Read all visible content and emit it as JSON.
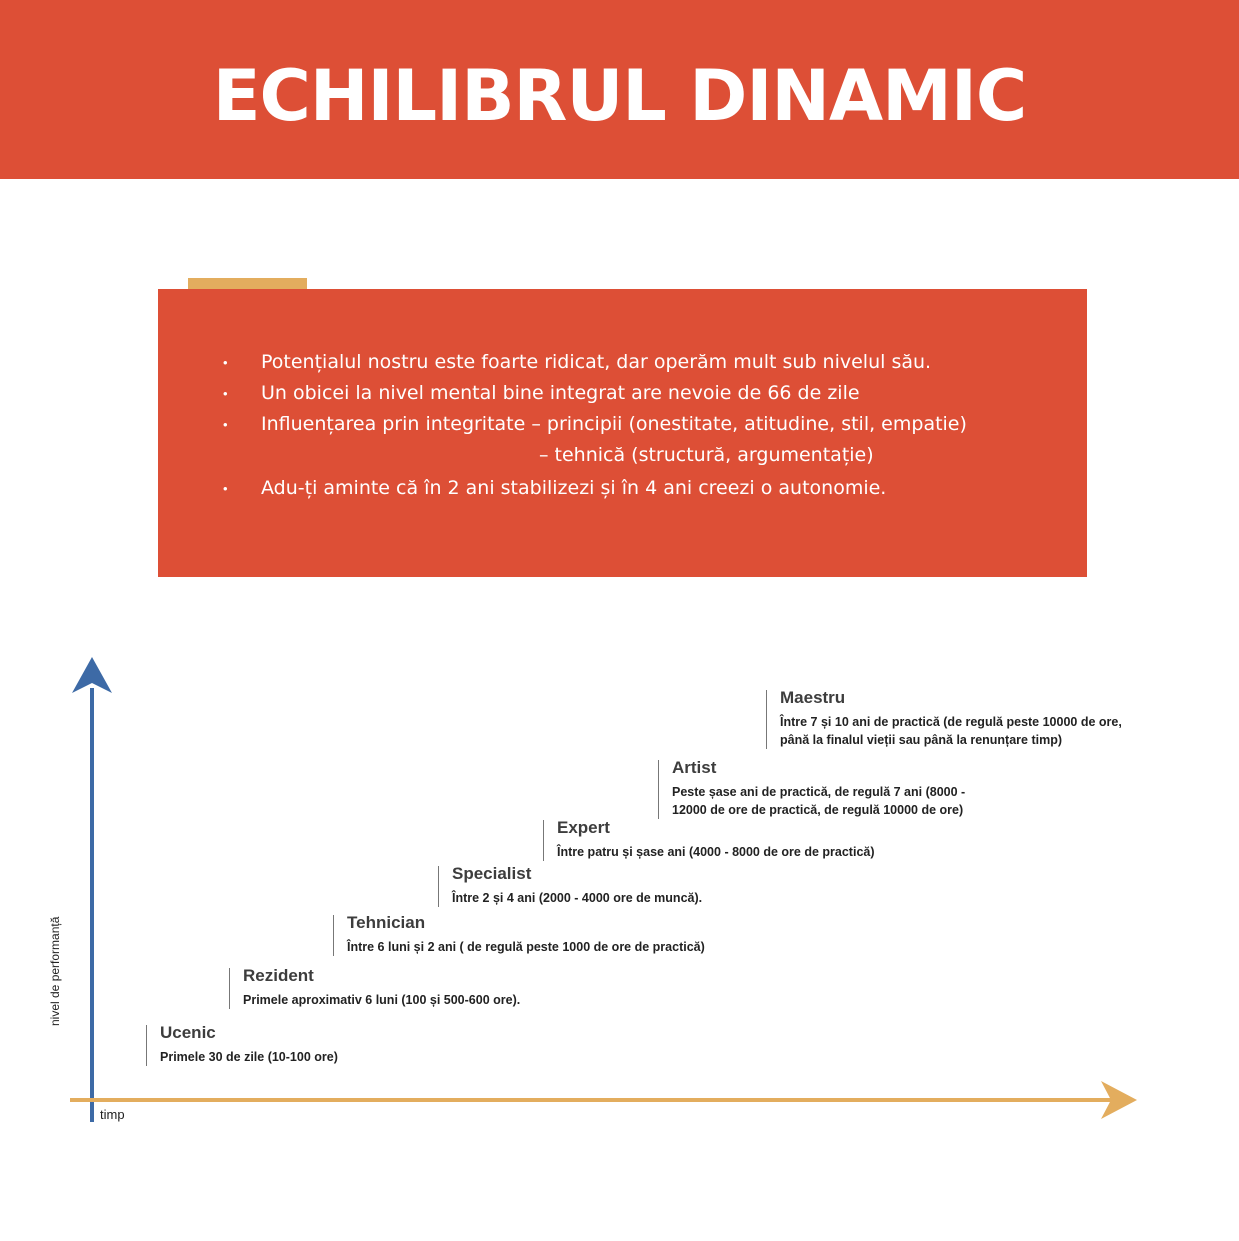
{
  "header": {
    "title": "ECHILIBRUL DINAMIC"
  },
  "card": {
    "bullets": [
      "Potențialul nostru este foarte ridicat, dar operăm mult sub nivelul său.",
      "Un obicei la nivel mental bine integrat are nevoie de 66 de zile",
      "Influențarea prin integritate – principii (onestitate, atitudine, stil, empatie)",
      "– tehnică (structură, argumentație)",
      "Adu-ți aminte că în 2 ani stabilizezi și în 4 ani creezi o autonomie."
    ]
  },
  "diagram": {
    "y_axis_label": "nivel de performanță",
    "x_axis_label": "timp",
    "steps": [
      {
        "name": "Ucenic",
        "desc": [
          "Primele 30 de zile (10-100 ore)"
        ]
      },
      {
        "name": "Rezident",
        "desc": [
          "Primele aproximativ 6 luni (100 și 500-600 ore)."
        ]
      },
      {
        "name": "Tehnician",
        "desc": [
          "Între 6 luni și 2 ani ( de regulă peste 1000 de ore de practică)"
        ]
      },
      {
        "name": "Specialist",
        "desc": [
          "Între 2 și 4 ani (2000 - 4000 ore de muncă)."
        ]
      },
      {
        "name": "Expert",
        "desc": [
          "Între patru și șase ani (4000 - 8000 de ore de practică)"
        ]
      },
      {
        "name": "Artist",
        "desc": [
          "Peste șase ani de practică, de regulă 7 ani (8000 -",
          "12000 de ore de practică, de regulă 10000 de ore)"
        ]
      },
      {
        "name": "Maestru",
        "desc": [
          "Între 7 și 10 ani de practică (de regulă peste 10000 de ore,",
          "până la finalul vieții sau până la renunțare timp)"
        ]
      }
    ],
    "colors": {
      "y_axis": "#3d6aa6",
      "x_axis": "#e3ad5e",
      "accent": "#dd4f36"
    }
  }
}
